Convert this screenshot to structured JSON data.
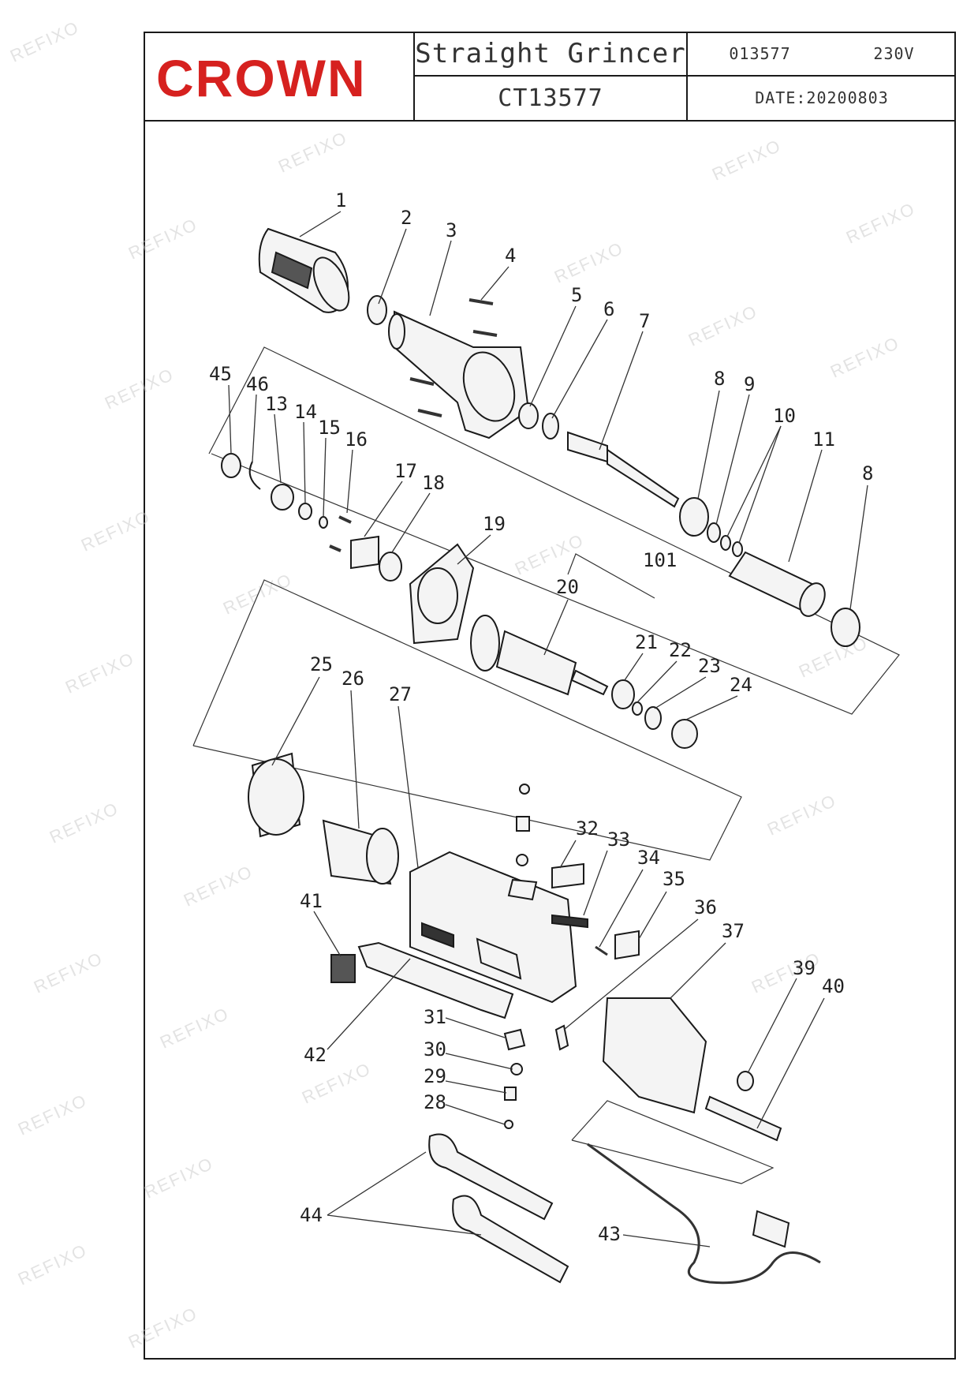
{
  "title_block": {
    "brand": "CROWN",
    "product_name": "Straight Grincer",
    "model": "CT13577",
    "code": "013577",
    "voltage": "230V",
    "date": "DATE:20200803"
  },
  "watermark": "REFIXO",
  "part_labels": [
    "1",
    "2",
    "3",
    "4",
    "5",
    "6",
    "7",
    "8",
    "9",
    "10",
    "11",
    "8",
    "45",
    "46",
    "13",
    "14",
    "15",
    "16",
    "17",
    "18",
    "19",
    "101",
    "20",
    "21",
    "22",
    "23",
    "24",
    "25",
    "26",
    "27",
    "32",
    "33",
    "34",
    "35",
    "36",
    "37",
    "41",
    "42",
    "31",
    "30",
    "29",
    "28",
    "39",
    "40",
    "44",
    "43"
  ],
  "colors": {
    "brand_red": "#d6211f",
    "line": "#1a1a1a"
  }
}
